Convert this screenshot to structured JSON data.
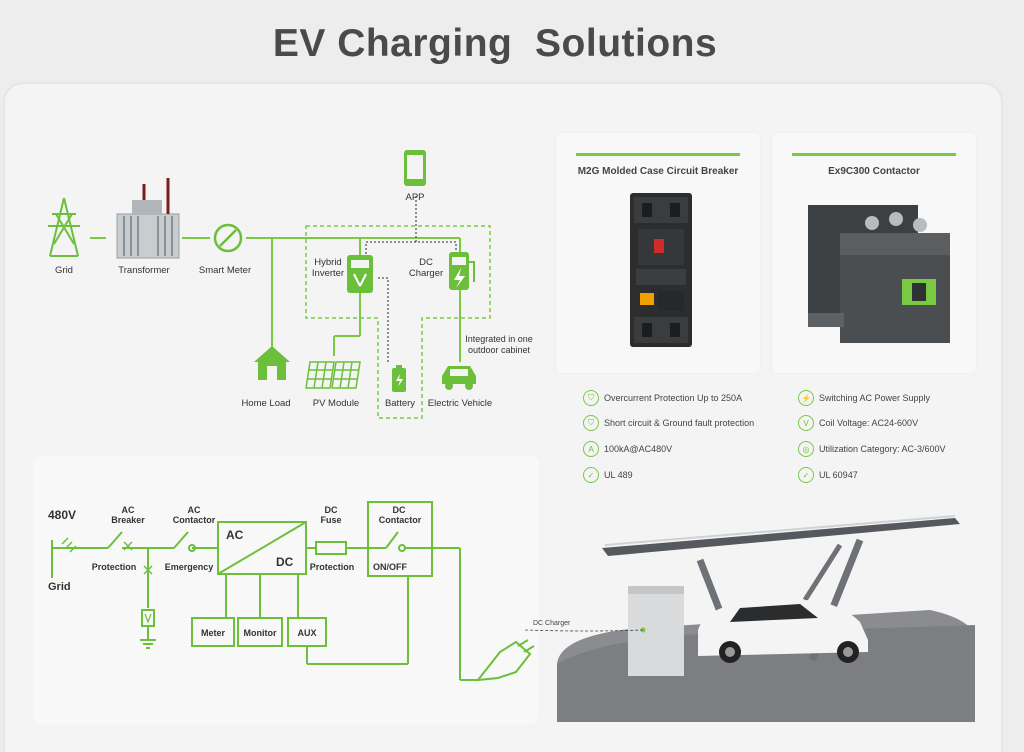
{
  "title": "EV Charging  Solutions",
  "colors": {
    "accent": "#7ac943",
    "line": "#6cbf3a",
    "text": "#333333",
    "title": "#4a4a4a"
  },
  "topology": {
    "grid": "Grid",
    "transformer": "Transformer",
    "smart_meter": "Smart Meter",
    "app": "APP",
    "hybrid_inverter_1": "Hybrid",
    "hybrid_inverter_2": "Inverter",
    "dc_charger_1": "DC",
    "dc_charger_2": "Charger",
    "cabinet_1": "Integrated in one",
    "cabinet_2": "outdoor cabinet",
    "home_load": "Home Load",
    "pv_module": "PV Module",
    "battery": "Battery",
    "electric_vehicle": "Electric Vehicle"
  },
  "products": [
    {
      "name": "M2G Molded Case Circuit Breaker",
      "features": [
        {
          "icon": "shield-icon",
          "text": "Overcurrent Protection Up to 250A"
        },
        {
          "icon": "shield-icon",
          "text": "Short circuit & Ground fault protection"
        },
        {
          "icon": "rating-icon",
          "text": "100kA@AC480V"
        },
        {
          "icon": "check-icon",
          "text": "UL 489"
        }
      ]
    },
    {
      "name": "Ex9C300 Contactor",
      "features": [
        {
          "icon": "power-icon",
          "text": "Switching AC Power Supply"
        },
        {
          "icon": "voltage-icon",
          "text": "Coil Voltage: AC24-600V"
        },
        {
          "icon": "category-icon",
          "text": "Utilization Category: AC-3/600V"
        },
        {
          "icon": "check-icon",
          "text": "UL 60947"
        }
      ]
    }
  ],
  "wiring": {
    "voltage": "480V",
    "grid": "Grid",
    "ac_breaker_1": "AC",
    "ac_breaker_2": "Breaker",
    "ac_contactor_1": "AC",
    "ac_contactor_2": "Contactor",
    "protection_1": "Protection",
    "emergency": "Emergency",
    "ac": "AC",
    "dc": "DC",
    "dc_fuse_1": "DC",
    "dc_fuse_2": "Fuse",
    "protection_2": "Protection",
    "dc_contactor_1": "DC",
    "dc_contactor_2": "Contactor",
    "on_off": "ON/OFF",
    "meter": "Meter",
    "monitor": "Monitor",
    "aux": "AUX"
  },
  "carport": {
    "dc_charger": "DC Charger"
  }
}
